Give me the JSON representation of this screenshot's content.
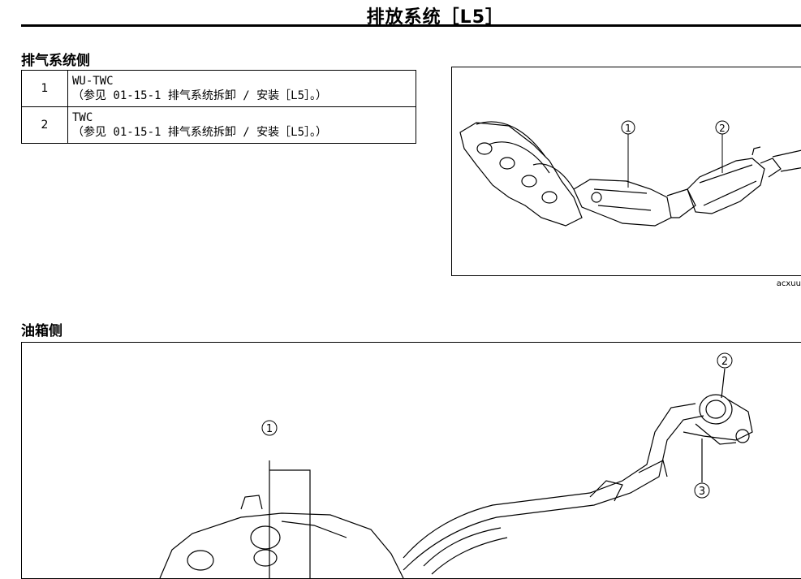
{
  "page": {
    "title": "排放系统［L5］"
  },
  "exhaust_section": {
    "heading": "排气系统侧",
    "rows": [
      {
        "no": "1",
        "name": "WU-TWC",
        "ref": "（参见 01-15-1 排气系统拆卸 / 安装［L5］。）"
      },
      {
        "no": "2",
        "name": "TWC",
        "ref": "（参见 01-15-1 排气系统拆卸 / 安装［L5］。）"
      }
    ],
    "figure": {
      "callouts": [
        "1",
        "2"
      ],
      "code": "acxuu"
    }
  },
  "fuel_tank_section": {
    "heading": "油箱侧",
    "figure": {
      "callouts": [
        "1",
        "2",
        "3"
      ]
    }
  }
}
